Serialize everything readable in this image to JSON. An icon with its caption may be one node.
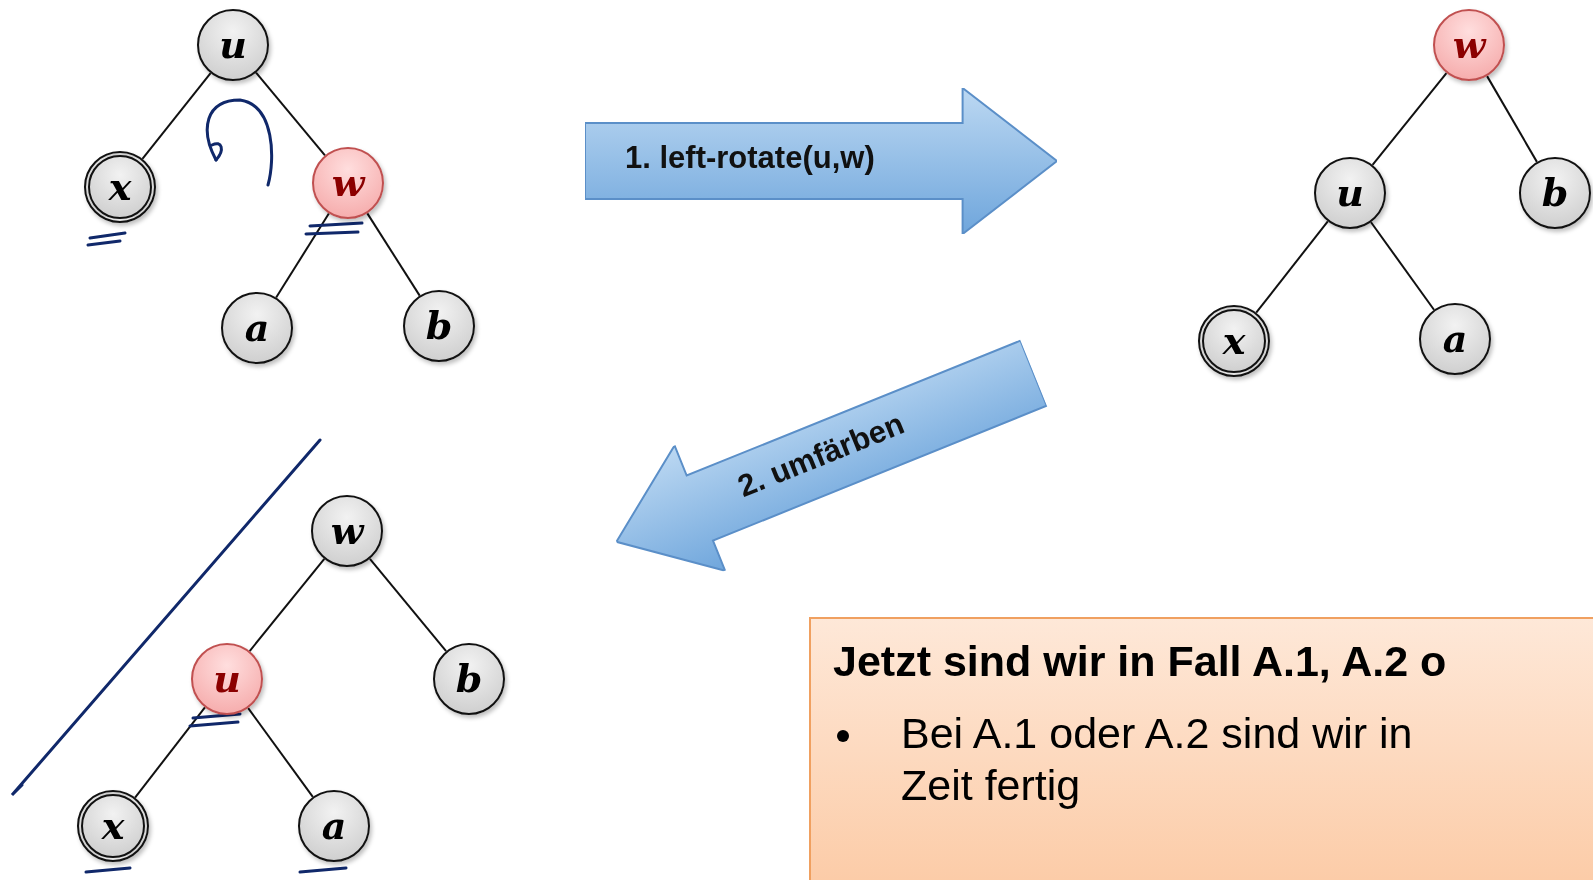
{
  "diagram": {
    "nodes": [
      {
        "text": [
          "u"
        ]
      },
      {
        "text": [
          "x"
        ]
      },
      {
        "text": [
          "w"
        ]
      },
      {
        "text": [
          "a"
        ]
      },
      {
        "text": [
          "b"
        ]
      },
      {
        "text": [
          "1. left-rotate(u,w)"
        ]
      },
      {
        "text": [
          "w"
        ]
      },
      {
        "text": [
          "u"
        ]
      },
      {
        "text": [
          "b"
        ]
      },
      {
        "text": [
          "x"
        ]
      },
      {
        "text": [
          "a"
        ]
      },
      {
        "text": [
          "2. umfärben"
        ]
      },
      {
        "text": [
          "w"
        ]
      },
      {
        "text": [
          "u"
        ]
      },
      {
        "text": [
          "b"
        ]
      },
      {
        "text": [
          "x"
        ]
      },
      {
        "text": [
          "a"
        ]
      },
      {
        "text": [
          "Jetzt sind wir in Fall A.1, A.2 o",
          "Bei A.1 oder A.2 sind wir in Zeit fertig"
        ]
      }
    ],
    "edges": [
      {
        "from": 0,
        "to": 1,
        "arrow": "none"
      },
      {
        "from": 0,
        "to": 2,
        "arrow": "none"
      },
      {
        "from": 2,
        "to": 3,
        "arrow": "none"
      },
      {
        "from": 2,
        "to": 4,
        "arrow": "none"
      },
      {
        "from": 6,
        "to": 7,
        "arrow": "none"
      },
      {
        "from": 6,
        "to": 8,
        "arrow": "none"
      },
      {
        "from": 7,
        "to": 9,
        "arrow": "none"
      },
      {
        "from": 7,
        "to": 10,
        "arrow": "none"
      },
      {
        "from": 12,
        "to": 13,
        "arrow": "none"
      },
      {
        "from": 12,
        "to": 14,
        "arrow": "none"
      },
      {
        "from": 13,
        "to": 15,
        "arrow": "none"
      },
      {
        "from": 13,
        "to": 16,
        "arrow": "none"
      }
    ]
  }
}
